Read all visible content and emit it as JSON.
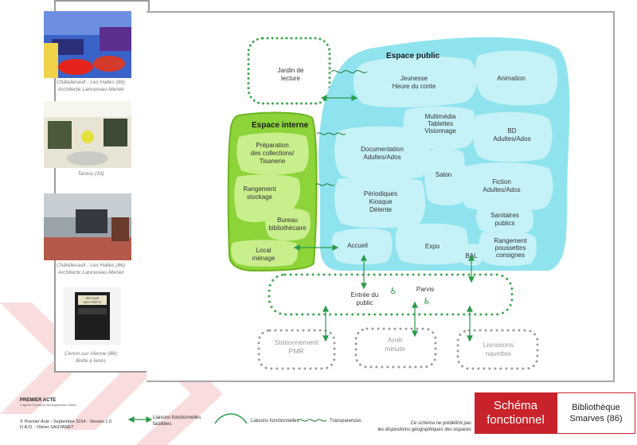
{
  "colors": {
    "accent_red": "#c8232a",
    "public_fill": "#8fe3ee",
    "internal_fill": "#8cd43a",
    "dotted_green": "#3aa84a"
  },
  "sidebar": {
    "captions": [
      [
        "Châtellerault - Les Halles (86)",
        "Architecte Lancereau-Meniel"
      ],
      [
        "Tarnos (33)"
      ],
      [
        "Châtellerault - Les Halles (86)",
        "Architecte Lancereau-Meniel"
      ],
      [
        "Cenon-sur-Vienne (86)",
        "Boîte à livres"
      ]
    ],
    "box_sign": [
      "RETOUR",
      "DES PRÊTS"
    ]
  },
  "diagram": {
    "espace_public_title": "Espace public",
    "espace_interne_title": "Espace interne",
    "jardin": [
      "Jardin de",
      "lecture"
    ],
    "public_rooms": {
      "jeunesse": [
        "Jeunesse",
        "Heure du conte"
      ],
      "animation": [
        "Animation"
      ],
      "multimedia": [
        "Multimédia",
        "Tablettes",
        "Visionnage"
      ],
      "bd": [
        "BD",
        "Adultes/Ados"
      ],
      "documentation": [
        "Documentation",
        "Adultes/Ados"
      ],
      "salon": [
        "Salon"
      ],
      "fiction": [
        "Fiction",
        "Adultes/Ados"
      ],
      "periodiques": [
        "Périodiques",
        "Kiosque",
        "Détente"
      ],
      "sanitaires": [
        "Sanitaires",
        "publics"
      ],
      "accueil": [
        "Accueil"
      ],
      "expo": [
        "Expo"
      ],
      "bal": [
        "BAL"
      ],
      "rangement_poussettes": [
        "Rangement",
        "poussettes",
        "consignes"
      ]
    },
    "internal_rooms": {
      "preparation": [
        "Préparation",
        "des collections/",
        "Tisanerie"
      ],
      "rangement_stockage": [
        "Rangement",
        "stockage"
      ],
      "bureau": [
        "Bureau",
        "bibliothécaire"
      ],
      "local_menage": [
        "Local",
        "ménage"
      ]
    },
    "parvis": {
      "entree": [
        "Entrée du",
        "public"
      ],
      "parvis_label": [
        "Parvis"
      ],
      "wheelchair_symbol": "♿"
    },
    "outside": {
      "stationnement": [
        "Stationnement",
        "PMR"
      ],
      "arret": [
        "Arrêt",
        "minute"
      ],
      "livraisons": [
        "Livraisons",
        "navettes"
      ]
    }
  },
  "footer": {
    "logo_name": "PREMIER ACTE",
    "logo_tagline": "L'Agence Conseil au Développement Culturel",
    "copyright": "© Premier Acte - Septembre 2014 - Version 1.0",
    "dao": "D.A.O. : Olivier SAUVANET",
    "legend": {
      "facilitated": [
        "Liaisons fonctionnelles",
        "facilitées"
      ],
      "functional": "Liaisons fonctionnelles",
      "transparencies": "Transparences"
    },
    "note": [
      "Ce schéma ne prédéfinit pas",
      "les dispositions géographiques des espaces"
    ],
    "badge_title": [
      "Schéma",
      "fonctionnel"
    ],
    "badge_project": [
      "Bibliothèque",
      "Smarves (86)"
    ]
  }
}
